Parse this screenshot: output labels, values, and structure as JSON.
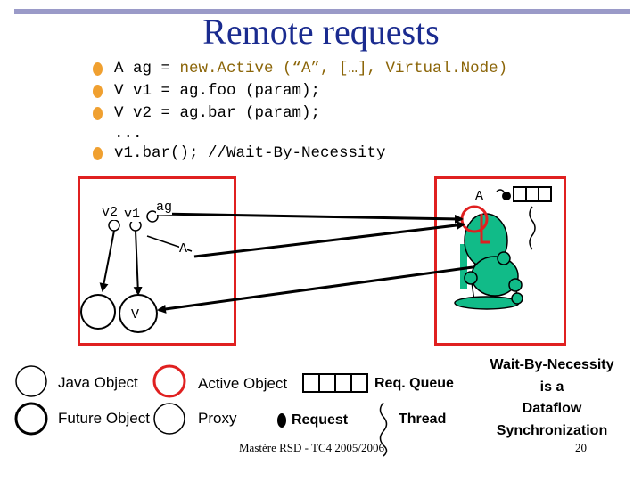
{
  "title": "Remote requests",
  "code": {
    "line1_plain": "A ag = ",
    "line1_hl": "new.Active (“A”, […], Virtual.Node)",
    "line2": "V v1 = ag.foo (param);",
    "line3": "V v2 = ag.bar (param);",
    "line4": "...",
    "line5": "v1.bar(); //Wait-By-Necessity"
  },
  "diagram": {
    "left_labels": {
      "v2": "v2",
      "v1": "v1",
      "ag": "ag"
    },
    "right_label": "A",
    "flow_label_a": "A",
    "flow_label_v": "V"
  },
  "legend": {
    "java_object": "Java Object",
    "active_object": "Active Object",
    "req_queue": "Req. Queue",
    "future_object": "Future Object",
    "proxy": "Proxy",
    "request": "Request",
    "thread": "Thread"
  },
  "wait_by_necessity": [
    "Wait-By-Necessity",
    "is a",
    "Dataflow",
    "Synchronization"
  ],
  "footer": {
    "course": "Mastère RSD - TC4  2005/2006",
    "page": "20"
  },
  "colors": {
    "title": "#1a2b8f",
    "frame": "#e02020",
    "active": "#11bb88",
    "bullet": "#f0a030",
    "code_highlight": "#8b6508"
  }
}
